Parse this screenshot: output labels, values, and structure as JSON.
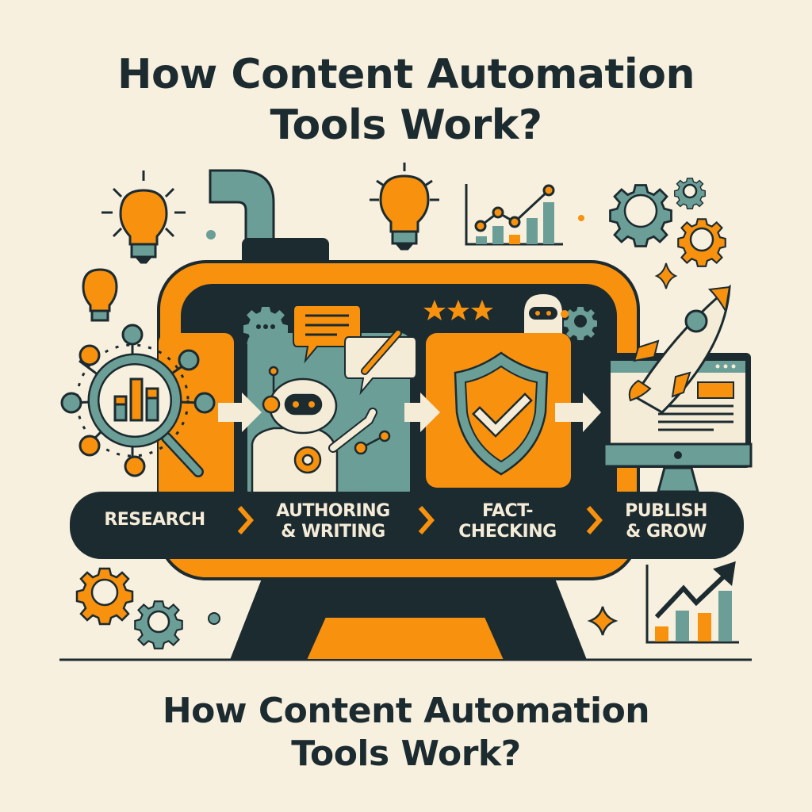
{
  "header": {
    "title_line1": "How Content Automation",
    "title_line2": "Tools Work?"
  },
  "footer": {
    "title_line1": "How Content Automation",
    "title_line2": "Tools Work?"
  },
  "pipeline": {
    "steps": [
      {
        "line1": "RESEARCH",
        "line2": "",
        "icon": "magnifier-chart-icon"
      },
      {
        "line1": "AUTHORING",
        "line2": "& WRITING",
        "icon": "robot-writer-icon"
      },
      {
        "line1": "FACT-",
        "line2": "CHECKING",
        "icon": "shield-check-icon"
      },
      {
        "line1": "PUBLISH",
        "line2": "& GROW",
        "icon": "rocket-monitor-icon"
      }
    ],
    "separator": "chevron-right-icon"
  },
  "decorations": [
    "lightbulb-icon",
    "bar-line-chart-icon",
    "gear-icon",
    "sparkle-icon",
    "growth-chart-icon",
    "star-rating-icon",
    "speech-bubble-icon",
    "pencil-icon"
  ],
  "colors": {
    "background": "#f8f0df",
    "dark": "#1c2b30",
    "orange": "#f7910e",
    "teal": "#6b9e97",
    "cream": "#f5ecd8"
  }
}
